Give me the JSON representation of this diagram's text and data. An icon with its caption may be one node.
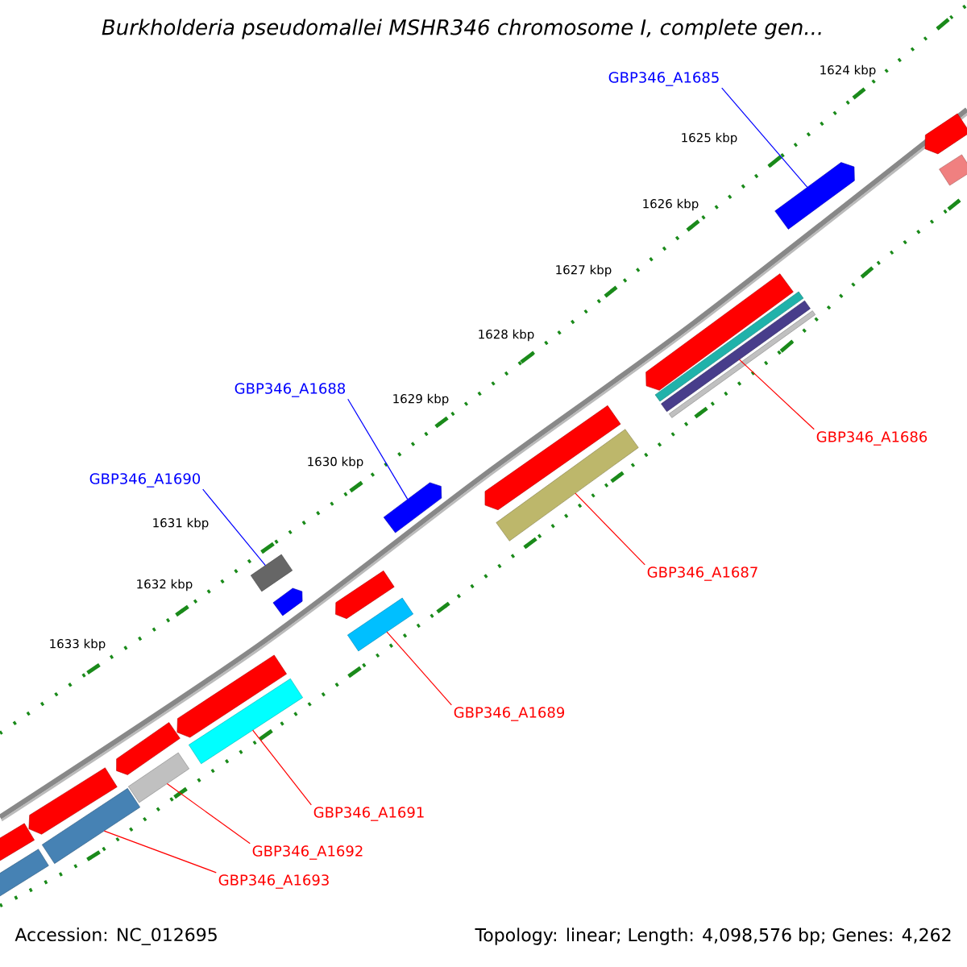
{
  "diagram": {
    "title": "Burkholderia pseudomallei MSHR346 chromosome I, complete gen...",
    "nodes": [
      {
        "text": [
          "GBP346_A1685"
        ]
      },
      {
        "text": [
          "GBP346_A1688"
        ]
      },
      {
        "text": [
          "GBP346_A1690"
        ]
      },
      {
        "text": [
          "GBP346_A1686"
        ]
      },
      {
        "text": [
          "GBP346_A1687"
        ]
      },
      {
        "text": [
          "GBP346_A1689"
        ]
      },
      {
        "text": [
          "GBP346_A1691"
        ]
      },
      {
        "text": [
          "GBP346_A1692"
        ]
      },
      {
        "text": [
          "GBP346_A1693"
        ]
      },
      {
        "text": [],
        "shape": "bar"
      },
      {
        "text": [],
        "shape": "bar"
      },
      {
        "text": [],
        "shape": "bar"
      },
      {
        "text": [],
        "shape": "bar"
      },
      {
        "text": [],
        "shape": "bar"
      },
      {
        "text": [],
        "shape": "bar"
      },
      {
        "text": [],
        "shape": "bar"
      },
      {
        "text": [],
        "shape": "bar"
      },
      {
        "text": [],
        "shape": "bar"
      },
      {
        "text": [],
        "shape": "bar"
      },
      {
        "text": [],
        "shape": "bar"
      },
      {
        "text": [],
        "shape": "bar"
      },
      {
        "text": [],
        "shape": "bar"
      },
      {
        "text": [],
        "shape": "bar"
      },
      {
        "text": [],
        "shape": "bar"
      },
      {
        "text": [],
        "shape": "bar"
      },
      {
        "text": [],
        "shape": "bar"
      },
      {
        "text": [],
        "shape": "bar"
      },
      {
        "text": [],
        "shape": "bar"
      },
      {
        "text": [],
        "shape": "bar"
      },
      {
        "text": [],
        "shape": "bar"
      },
      {
        "text": [],
        "shape": "bar"
      }
    ],
    "edges": [
      {
        "from": 0,
        "to": 9,
        "arrow": "none",
        "color": "#0000ff"
      },
      {
        "from": 1,
        "to": 10,
        "arrow": "none",
        "color": "#0000ff"
      },
      {
        "from": 2,
        "to": 11,
        "arrow": "none",
        "color": "#0000ff"
      },
      {
        "from": 3,
        "to": 12,
        "arrow": "none"
      },
      {
        "from": 4,
        "to": 13,
        "arrow": "none"
      },
      {
        "from": 5,
        "to": 14,
        "arrow": "none"
      },
      {
        "from": 6,
        "to": 15,
        "arrow": "none"
      },
      {
        "from": 7,
        "to": 16,
        "arrow": "none"
      },
      {
        "from": 8,
        "to": 17,
        "arrow": "none"
      }
    ],
    "labels": [
      "1624 kbp",
      "1625 kbp",
      "1626 kbp",
      "1627 kbp",
      "1628 kbp",
      "1629 kbp",
      "1630 kbp",
      "1631 kbp",
      "1632 kbp",
      "1633 kbp",
      "Accession: NC_012695",
      "Topology: linear; Length: 4,098,576 bp; Genes: 4,262"
    ]
  }
}
